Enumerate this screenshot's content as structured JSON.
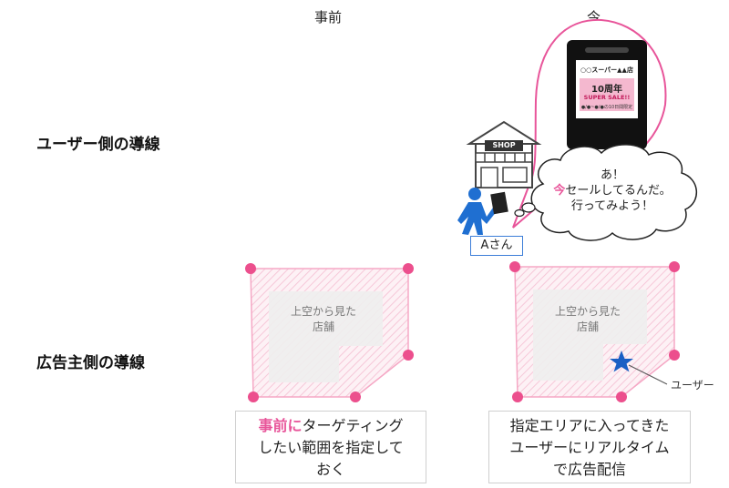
{
  "columns": {
    "before": "事前",
    "now": "今"
  },
  "rows": {
    "user_flow": "ユーザー側の導線",
    "advertiser_flow": "広告主側の導線"
  },
  "phone_ad": {
    "store_name": "○○スーパー▲▲店",
    "anniversary": "10周年",
    "sale": "SUPER SALE!!",
    "period": "●/●~●/●の10日間限定"
  },
  "shop_sign": "SHOP",
  "thought": {
    "line1": "あ！",
    "line2_highlight": "今",
    "line2_rest": "セールしてるんだ。",
    "line3": "行ってみよう！"
  },
  "person_label": "Aさん",
  "store_area_label_line1": "上空から見た",
  "store_area_label_line2": "店舗",
  "user_marker_label": "ユーザー",
  "captions": {
    "before_highlight": "事前に",
    "before_line1_rest": "ターゲティング",
    "before_line2": "したい範囲を指定して",
    "before_line3": "おく",
    "now_line1": "指定エリアに入ってきた",
    "now_line2": "ユーザーにリアルタイム",
    "now_line3": "で広告配信"
  },
  "colors": {
    "accent_pink": "#e8559a",
    "user_blue": "#1f6fd1",
    "star_blue": "#1a5fc4"
  }
}
